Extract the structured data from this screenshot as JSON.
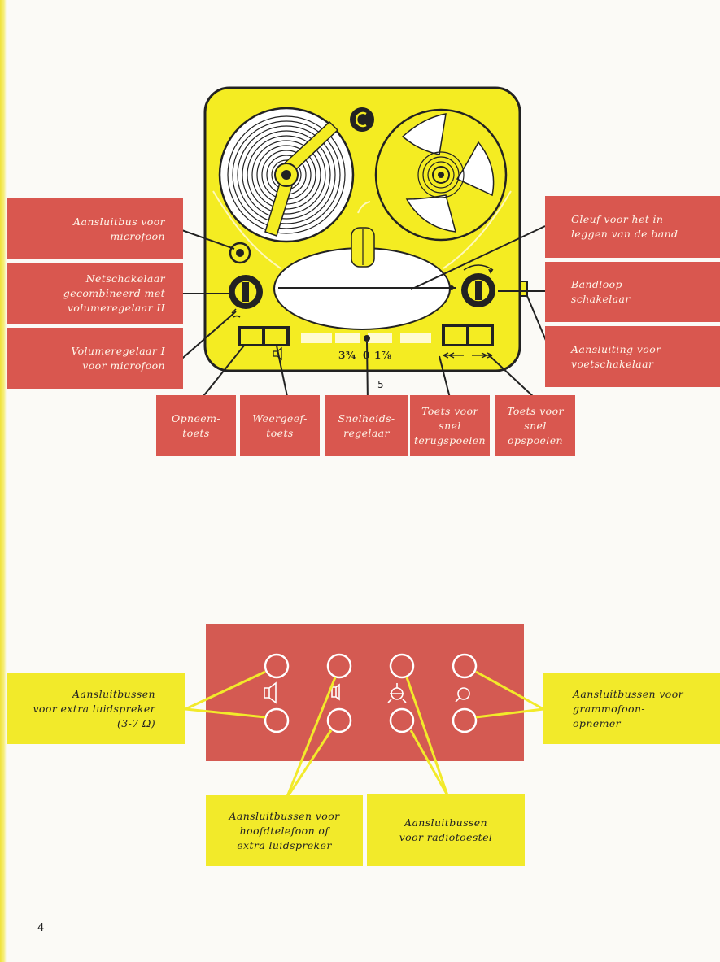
{
  "diagram_top": {
    "figure_number": "5",
    "speed_markings": {
      "left": "3¾",
      "middle": "0",
      "right": "1⅞"
    },
    "labels": {
      "microfoon_bus": "Aansluitbus voor\nmicrofoon",
      "netschakelaar": "Netschakelaar\ngecombineerd met\nvolumeregelaar II",
      "volumeregelaar_1": "Volumeregelaar I\nvoor microfoon",
      "gleuf": "Gleuf voor het in-\nleggen van de band",
      "bandloop": "Bandloop-\nschakelaar",
      "voetschakelaar": "Aansluiting voor\nvoetschakelaar",
      "opneem": "Opneem-\ntoets",
      "weergeef": "Weergeef-\ntoets",
      "snelheid": "Snelheids-\nregelaar",
      "terugspoelen": "Toets voor snel\nterugspoelen",
      "opspoelen": "Toets voor snel\nopspoelen"
    }
  },
  "diagram_bottom": {
    "labels": {
      "luidspreker": "Aansluitbussen\nvoor extra luidspreker\n(3-7 Ω)",
      "grammofoon": "Aansluitbussen voor\ngrammofoon-\nopnemer",
      "hoofdtelefoon": "Aansluitbussen voor\nhoofdtelefoon of\nextra luidspreker",
      "radio": "Aansluitbussen\nvoor radiotoestel"
    },
    "socket_symbols": [
      "speaker-icon",
      "headphone-icon",
      "radio-icon",
      "gramophone-icon"
    ]
  },
  "colors": {
    "red": "#d9574f",
    "yellow": "#f2ea2a",
    "panel_red": "#d45a52",
    "ink": "#222222"
  },
  "page_number": "4"
}
